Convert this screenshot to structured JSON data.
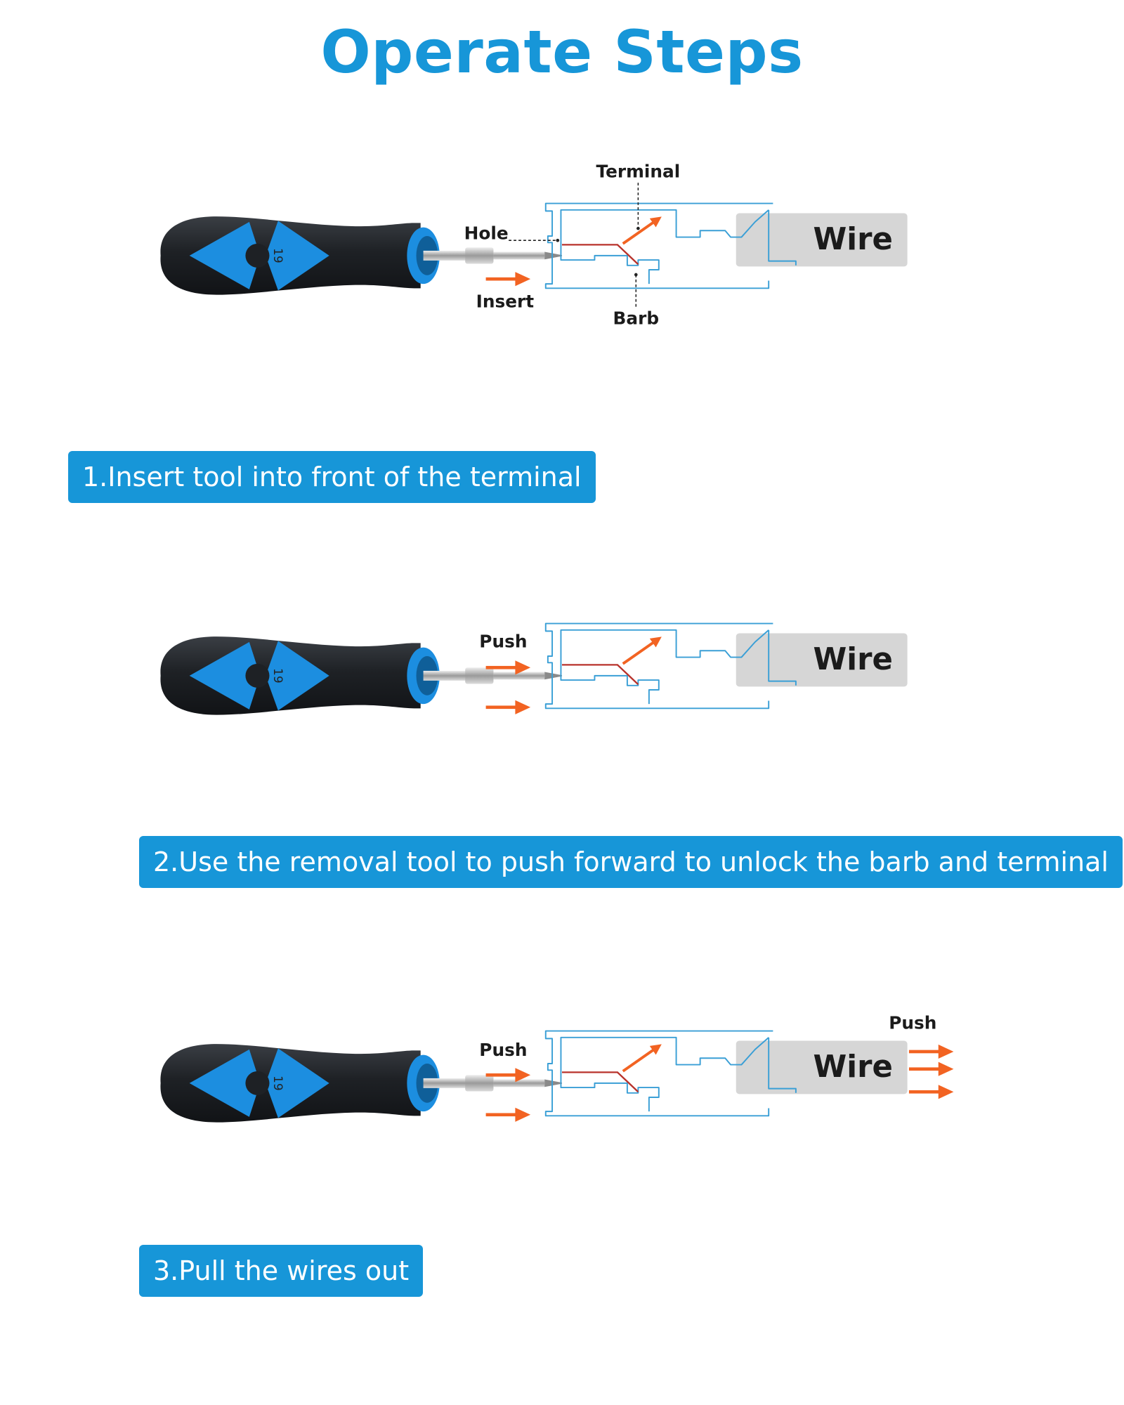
{
  "title": "Operate Steps",
  "colors": {
    "accent": "#1796d8",
    "caption_text": "#ffffff",
    "terminal_outline": "#3a9fd6",
    "terminal_blade": "#b8322b",
    "arrow": "#f26322",
    "handle_dark": "#1e2125",
    "handle_blue": "#1c8ee0",
    "wire_fill": "#d6d6d6"
  },
  "tool": {
    "handle_number": "19"
  },
  "steps": [
    {
      "caption": "1.Insert tool into front of the terminal",
      "wire_label": "Wire",
      "labels": {
        "terminal": "Terminal",
        "hole": "Hole",
        "insert": "Insert",
        "barb": "Barb"
      },
      "arrows": [
        "arrow-right"
      ]
    },
    {
      "caption": "2.Use the removal tool to push forward to unlock the barb and terminal",
      "wire_label": "Wire",
      "labels": {
        "push": "Push"
      },
      "arrows": [
        "arrow-right",
        "arrow-right"
      ]
    },
    {
      "caption": "3.Pull the wires out",
      "wire_label": "Wire",
      "labels": {
        "push_tool": "Push",
        "push_wire": "Push"
      },
      "arrows": [
        "arrow-right",
        "arrow-right",
        "arrow-right",
        "arrow-right",
        "arrow-right"
      ]
    }
  ]
}
